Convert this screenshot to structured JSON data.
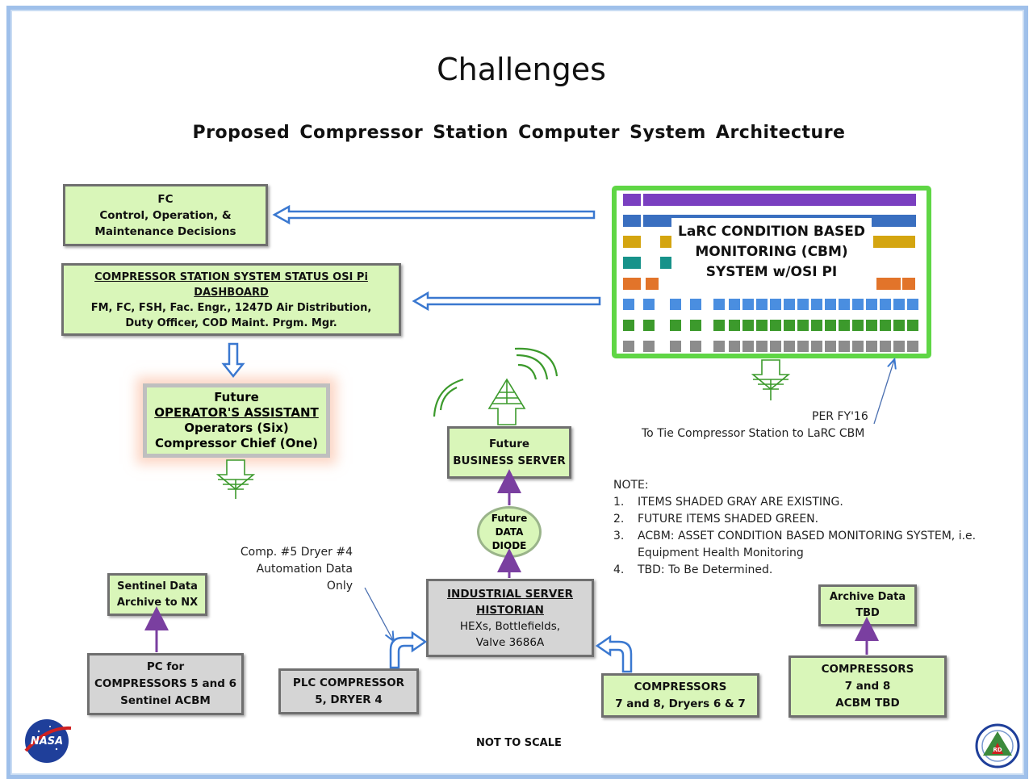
{
  "page": {
    "title": "Challenges",
    "subtitle": "Proposed Compressor Station Computer System Architecture",
    "footer": "NOT TO SCALE"
  },
  "boxes": {
    "fc": {
      "l1": "FC",
      "l2": "Control, Operation, &",
      "l3": "Maintenance Decisions"
    },
    "dashboard": {
      "l1": "COMPRESSOR STATION SYSTEM STATUS OSI Pi DASHBOARD",
      "l2": "FM, FC, FSH, Fac. Engr., 1247D Air Distribution,",
      "l3": "Duty Officer, COD Maint. Prgm. Mgr."
    },
    "operator": {
      "l1": "Future",
      "l2": "OPERATOR'S  ASSISTANT",
      "l3": "Operators (Six)",
      "l4": "Compressor Chief (One)"
    },
    "cbm": {
      "l1": "LaRC CONDITION BASED",
      "l2": "MONITORING (CBM)",
      "l3": "SYSTEM w/OSI PI"
    },
    "business": {
      "l1": "Future",
      "l2": "BUSINESS  SERVER"
    },
    "diode": {
      "l1": "Future",
      "l2": "DATA",
      "l3": "DIODE"
    },
    "historian": {
      "l1": "INDUSTRIAL  SERVER",
      "l2": "HISTORIAN",
      "l3": "HEXs, Bottlefields,",
      "l4": "Valve 3686A"
    },
    "sentinel_archive": {
      "l1": "Sentinel Data",
      "l2": "Archive to NX"
    },
    "pc": {
      "l1": "PC for",
      "l2": "COMPRESSORS  5 and  6",
      "l3": "Sentinel ACBM"
    },
    "plc": {
      "l1": "PLC COMPRESSOR",
      "l2": "5, DRYER  4"
    },
    "comp78": {
      "l1": "COMPRESSORS",
      "l2": "7 and 8, Dryers 6 & 7"
    },
    "archive_tbd": {
      "l1": "Archive Data",
      "l2": "TBD"
    },
    "comp78_acbm": {
      "l1": "COMPRESSORS",
      "l2": "7 and 8",
      "l3": "ACBM TBD"
    }
  },
  "annotations": {
    "per_fy": "PER FY'16",
    "tie": "To Tie Compressor Station to LaRC CBM",
    "comp5_l1": "Comp. #5 Dryer #4",
    "comp5_l2": "Automation Data",
    "comp5_l3": "Only"
  },
  "notes": {
    "heading": "NOTE:",
    "items": [
      {
        "num": "1.",
        "text": "ITEMS SHADED GRAY ARE EXISTING."
      },
      {
        "num": "2.",
        "text": "FUTURE ITEMS SHADED GREEN."
      },
      {
        "num": "3.",
        "text": "ACBM: ASSET CONDITION BASED MONITORING SYSTEM, i.e."
      },
      {
        "num": "",
        "text": "Equipment Health Monitoring"
      },
      {
        "num": "4.",
        "text": "TBD: To Be Determined."
      }
    ]
  },
  "logos": {
    "left": "NASA",
    "right": "RD"
  },
  "colors": {
    "future_green": "#d9f6b9",
    "existing_gray": "#d5d5d5",
    "arrow_blue": "#3a78d0",
    "arrow_purple": "#7a3fa0",
    "border": "#9fc0ea"
  }
}
